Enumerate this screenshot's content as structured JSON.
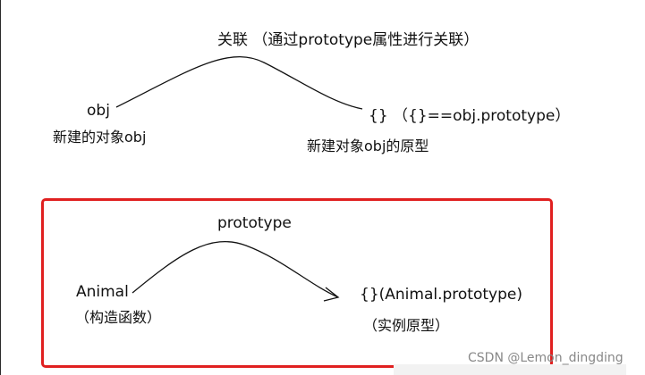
{
  "top": {
    "link_label": "关联 （通过prototype属性进行关联）",
    "obj": "obj",
    "obj_desc": "新建的对象obj",
    "proto_expr": "{}  （{}==obj.prototype）",
    "proto_desc": "新建对象obj的原型"
  },
  "bottom": {
    "arrow_label": "prototype",
    "animal": "Animal",
    "animal_desc": "（构造函数）",
    "proto_expr": "{}(Animal.prototype)",
    "proto_desc": "（实例原型）"
  },
  "watermark": "CSDN @Lemon_dingding",
  "colors": {
    "highlight_box": "#e02020",
    "stroke": "#111111",
    "watermark": "#888888"
  }
}
